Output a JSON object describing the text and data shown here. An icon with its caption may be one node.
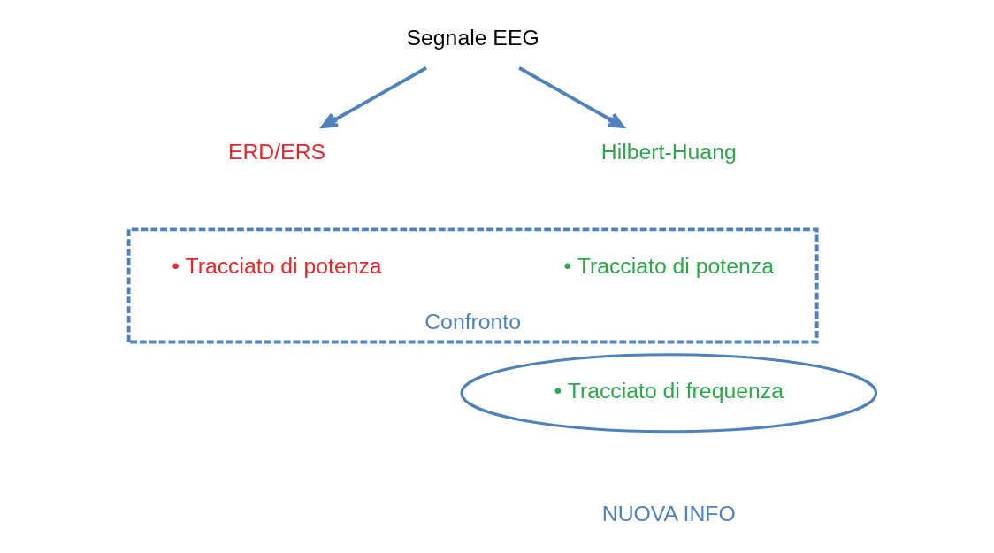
{
  "diagram": {
    "nodes": [
      {
        "text": [
          "Segnale EEG"
        ]
      },
      {
        "text": [
          "ERD/ERS"
        ]
      },
      {
        "text": [
          "Hilbert-Huang"
        ]
      },
      {
        "text": [
          "Confronto"
        ]
      },
      {
        "text": [
          "• Tracciato di potenza"
        ],
        "in": 3
      },
      {
        "text": [
          "• Tracciato di potenza"
        ],
        "in": 3
      },
      {
        "text": [
          "• Tracciato di frequenza"
        ],
        "beside": [
          "NUOVA INFO"
        ]
      }
    ],
    "edges": [
      {
        "from": 0,
        "to": 1,
        "arrow": "to"
      },
      {
        "from": 0,
        "to": 2,
        "arrow": "to"
      }
    ]
  }
}
